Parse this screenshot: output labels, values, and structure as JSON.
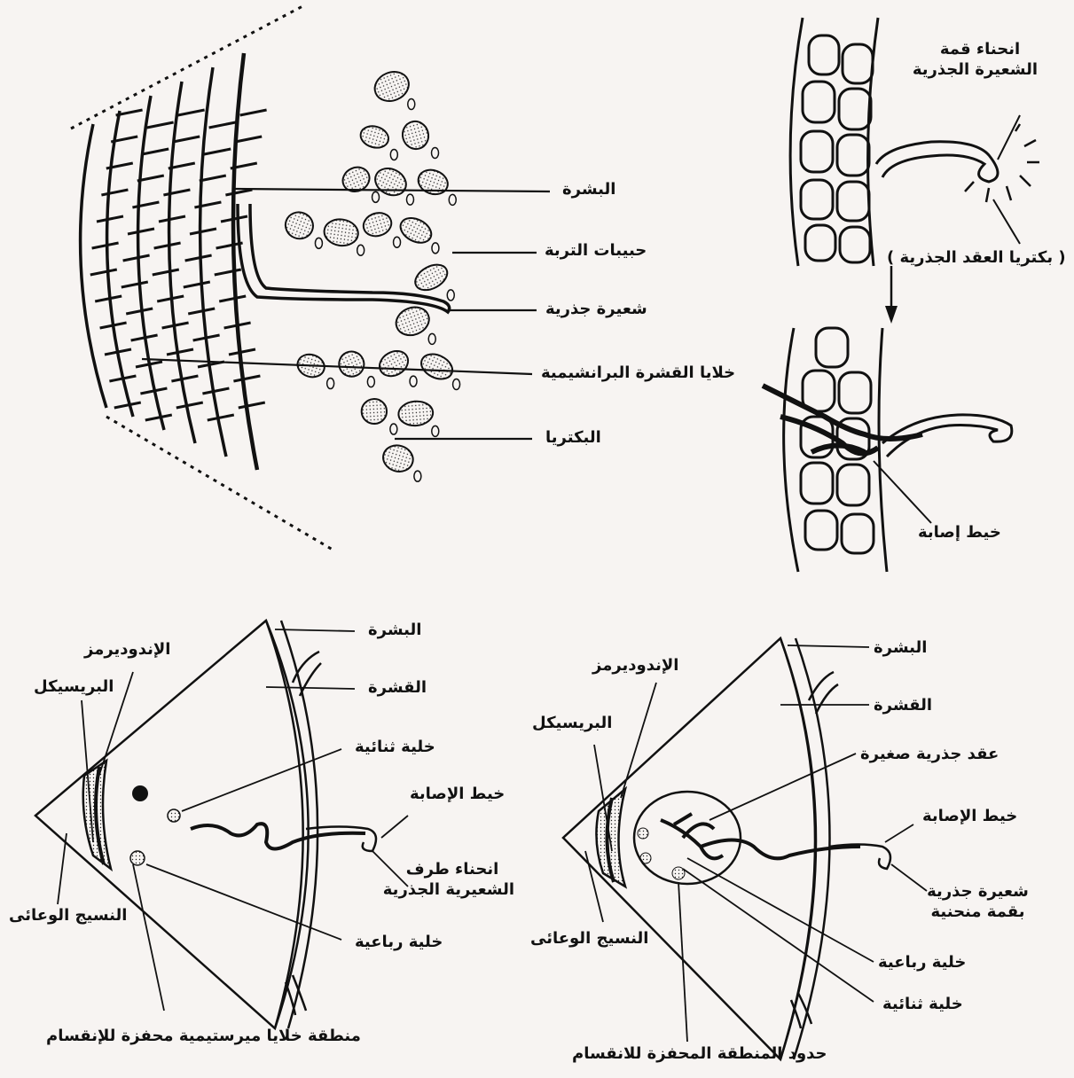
{
  "panel_a": {
    "epidermis": "البشرة",
    "soil_particles": "حبيبات التربة",
    "root_hair": "شعيرة جذرية",
    "cortex_cells": "خلايا القشرة البرانشيمية",
    "bacteria": "البكتريا"
  },
  "panel_b": {
    "curl_line1": "انحناء قمة",
    "curl_line2": "الشعيرة الجذرية",
    "rhizobia": "( بكتريا العقد الجذرية )",
    "infection_thread": "خيط إصابة"
  },
  "panel_c": {
    "epidermis": "البشرة",
    "cortex": "القشرة",
    "endodermis": "الإندوديرمز",
    "pericycle": "البريسيكل",
    "diploid_cell": "خلية ثنائية",
    "infection_thread": "خيط الإصابة",
    "curl_line1": "انحناء طرف",
    "curl_line2": "الشعيرية الجذرية",
    "vascular": "النسيج الوعائى",
    "tetraploid_cell": "خلية رباعية",
    "meristem_zone": "منطقة خلايا ميرستيمية محفزة للإنقسام"
  },
  "panel_d": {
    "epidermis": "البشرة",
    "cortex": "القشرة",
    "endodermis": "الإندوديرمز",
    "pericycle": "البريسيكل",
    "small_nodules": "عقد جذرية صغيرة",
    "infection_thread": "خيط الإصابة",
    "hair_line1": "شعيرة جذرية",
    "hair_line2": "بقمة منحنية",
    "vascular": "النسيج الوعائى",
    "tetraploid_cell": "خلية رباعية",
    "diploid_cell": "خلية ثنائية",
    "zone_boundary": "حدود المنطقة المحفزة للانقسام"
  }
}
